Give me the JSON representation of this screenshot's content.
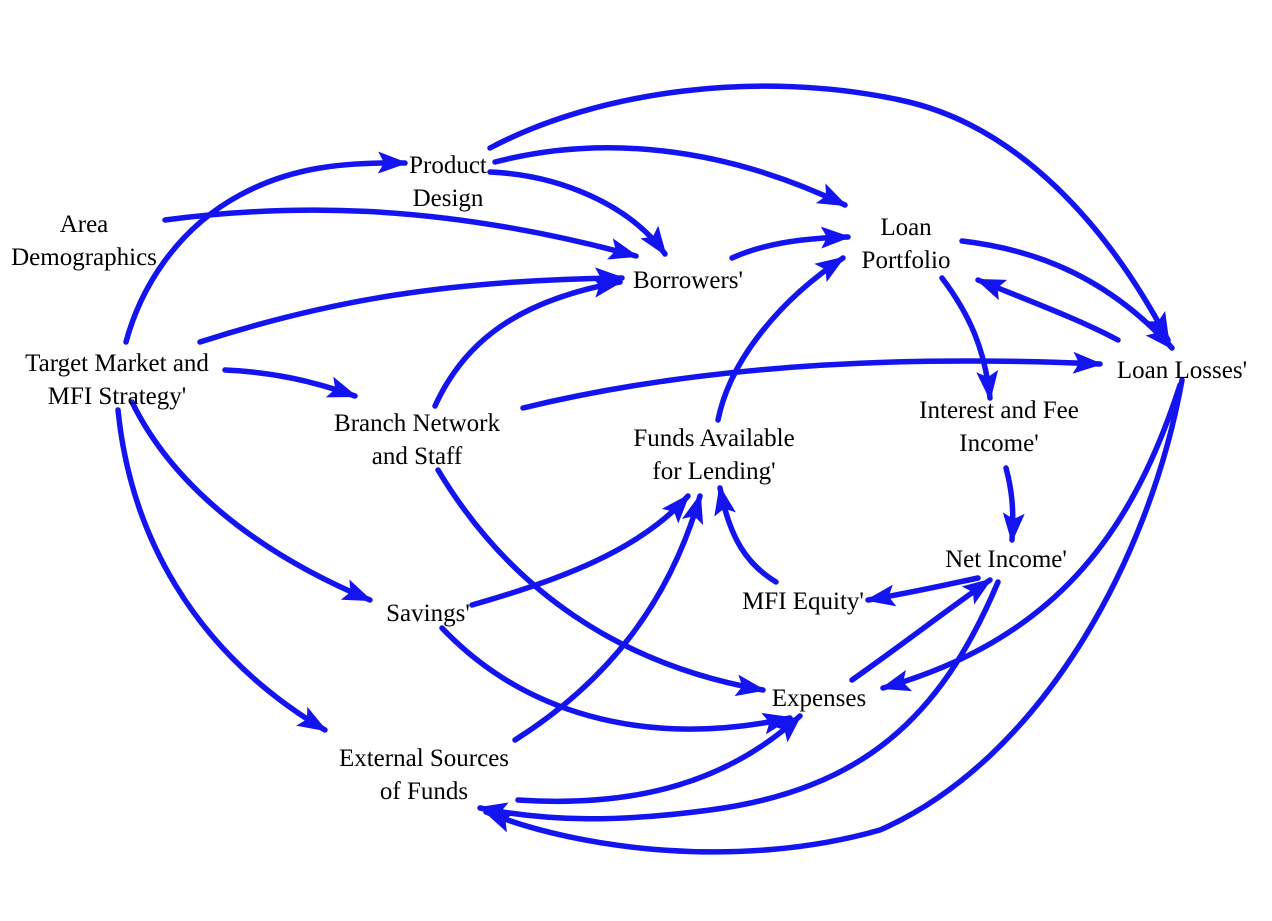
{
  "colors": {
    "arrow": "#1414F0",
    "text": "#000000",
    "background": "#FFFFFF"
  },
  "nodes": {
    "product_design": {
      "lines": [
        "Product",
        "Design"
      ]
    },
    "area_demographics": {
      "lines": [
        "Area",
        "Demographics"
      ]
    },
    "borrowers": {
      "lines": [
        "Borrowers'"
      ]
    },
    "loan_portfolio": {
      "lines": [
        "Loan",
        "Portfolio"
      ]
    },
    "target_market": {
      "lines": [
        "Target Market and",
        "MFI Strategy'"
      ]
    },
    "branch_network": {
      "lines": [
        "Branch Network",
        "and Staff"
      ]
    },
    "funds_available": {
      "lines": [
        "Funds Available",
        "for Lending'"
      ]
    },
    "interest_fee_income": {
      "lines": [
        "Interest and Fee",
        "Income'"
      ]
    },
    "loan_losses": {
      "lines": [
        "Loan Losses'"
      ]
    },
    "net_income": {
      "lines": [
        "Net Income'"
      ]
    },
    "mfi_equity": {
      "lines": [
        "MFI Equity'"
      ]
    },
    "savings": {
      "lines": [
        "Savings'"
      ]
    },
    "expenses": {
      "lines": [
        "Expenses"
      ]
    },
    "external_sources": {
      "lines": [
        "External Sources",
        "of Funds"
      ]
    }
  },
  "edges": [
    {
      "id": "target_market-to-product_design",
      "from": "target_market",
      "to": "product_design"
    },
    {
      "id": "target_market-to-borrowers",
      "from": "target_market",
      "to": "borrowers"
    },
    {
      "id": "target_market-to-branch_network",
      "from": "target_market",
      "to": "branch_network"
    },
    {
      "id": "target_market-to-savings",
      "from": "target_market",
      "to": "savings"
    },
    {
      "id": "target_market-to-external_sources",
      "from": "target_market",
      "to": "external_sources"
    },
    {
      "id": "area_demographics-to-borrowers",
      "from": "area_demographics",
      "to": "borrowers"
    },
    {
      "id": "product_design-to-borrowers",
      "from": "product_design",
      "to": "borrowers"
    },
    {
      "id": "product_design-to-loan_portfolio",
      "from": "product_design",
      "to": "loan_portfolio"
    },
    {
      "id": "product_design-to-loan_losses",
      "from": "product_design",
      "to": "loan_losses"
    },
    {
      "id": "borrowers-to-loan_portfolio",
      "from": "borrowers",
      "to": "loan_portfolio"
    },
    {
      "id": "branch_network-to-borrowers",
      "from": "branch_network",
      "to": "borrowers"
    },
    {
      "id": "branch_network-to-loan_losses",
      "from": "branch_network",
      "to": "loan_losses"
    },
    {
      "id": "branch_network-to-expenses",
      "from": "branch_network",
      "to": "expenses"
    },
    {
      "id": "funds_available-to-loan_portfolio",
      "from": "funds_available",
      "to": "loan_portfolio"
    },
    {
      "id": "loan_portfolio-to-loan_losses",
      "from": "loan_portfolio",
      "to": "loan_losses"
    },
    {
      "id": "loan_losses-to-loan_portfolio",
      "from": "loan_losses",
      "to": "loan_portfolio"
    },
    {
      "id": "loan_portfolio-to-interest_fee_income",
      "from": "loan_portfolio",
      "to": "interest_fee_income"
    },
    {
      "id": "interest_fee_income-to-net_income",
      "from": "interest_fee_income",
      "to": "net_income"
    },
    {
      "id": "net_income-to-mfi_equity",
      "from": "net_income",
      "to": "mfi_equity"
    },
    {
      "id": "mfi_equity-to-funds_available",
      "from": "mfi_equity",
      "to": "funds_available"
    },
    {
      "id": "savings-to-funds_available",
      "from": "savings",
      "to": "funds_available"
    },
    {
      "id": "external_sources-to-funds_available",
      "from": "external_sources",
      "to": "funds_available"
    },
    {
      "id": "savings-to-expenses",
      "from": "savings",
      "to": "expenses"
    },
    {
      "id": "external_sources-to-expenses",
      "from": "external_sources",
      "to": "expenses"
    },
    {
      "id": "expenses-to-net_income",
      "from": "expenses",
      "to": "net_income"
    },
    {
      "id": "loan_losses-to-expenses",
      "from": "loan_losses",
      "to": "expenses"
    },
    {
      "id": "net_income-to-external_sources",
      "from": "net_income",
      "to": "external_sources"
    },
    {
      "id": "loan_losses-to-external_sources",
      "from": "loan_losses",
      "to": "external_sources"
    }
  ]
}
